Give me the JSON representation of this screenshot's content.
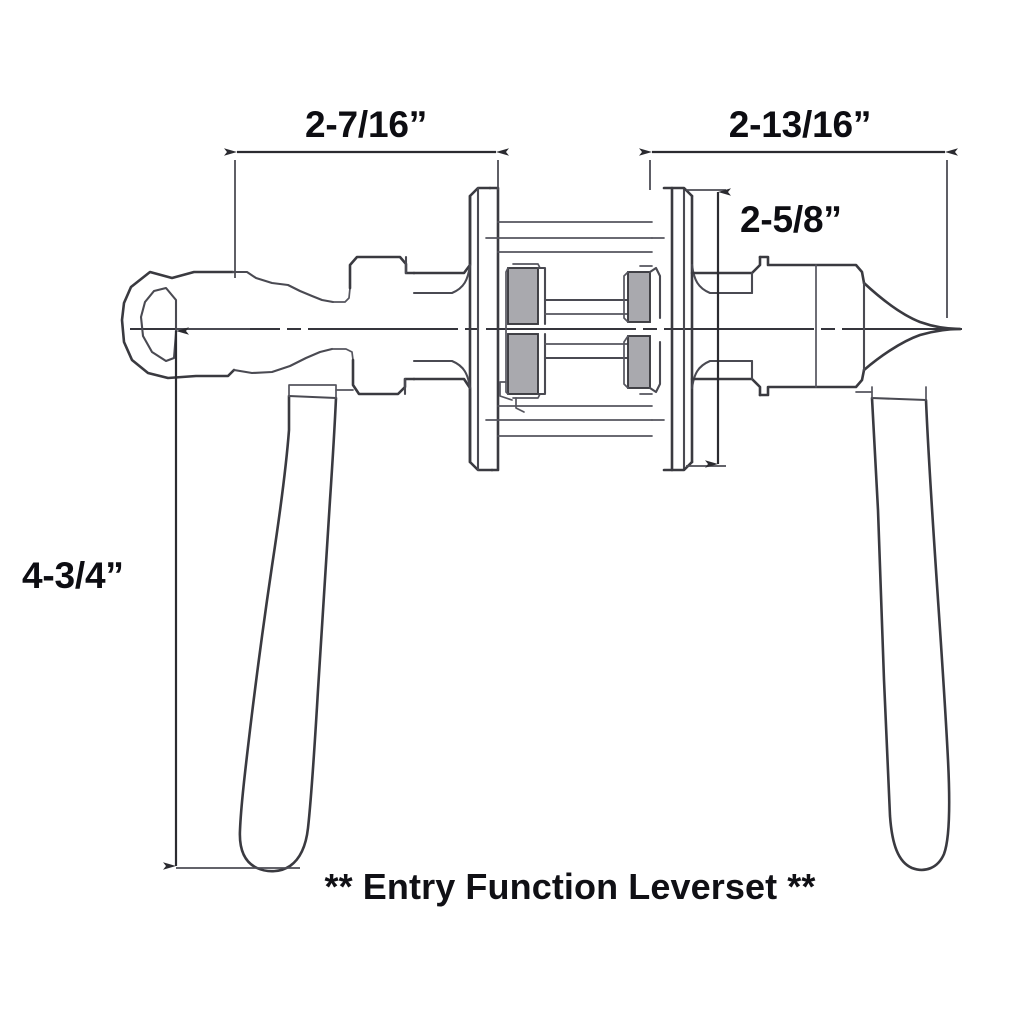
{
  "drawing": {
    "title": "Entry Function Leverset dimensional drawing",
    "caption": "** Entry Function Leverset **",
    "background_color": "#ffffff",
    "line_color": "#3a3a40",
    "text_color": "#0d0d12",
    "shading_color": "#a9a9ae",
    "units": "inches",
    "view": "side elevation cross-section"
  },
  "dimensions": {
    "exterior_projection": {
      "label": "2-7/16”",
      "orientation": "horizontal",
      "position": "top-left",
      "value_inches": 2.4375,
      "describes": "exterior rose face to key cylinder end"
    },
    "interior_projection": {
      "label": "2-13/16”",
      "orientation": "horizontal",
      "position": "top-right",
      "value_inches": 2.8125,
      "describes": "interior rose face to lever tip"
    },
    "rose_diameter": {
      "label": "2-5/8”",
      "orientation": "vertical",
      "position": "upper-right",
      "value_inches": 2.625,
      "describes": "rose / escutcheon outside diameter"
    },
    "lever_height": {
      "label": "4-3/4”",
      "orientation": "vertical",
      "position": "left",
      "value_inches": 4.75,
      "describes": "centerline to bottom of lever handle"
    }
  },
  "components": {
    "key_cylinder": "key-cylinder-head",
    "exterior_lever": "exterior-lever-handle",
    "exterior_rose": "exterior-rose-plate",
    "latch_assembly": "latch-spindle-assembly",
    "interior_rose": "interior-rose-plate",
    "interior_lever": "interior-lever-handle",
    "axis": "horizontal-centerline"
  }
}
